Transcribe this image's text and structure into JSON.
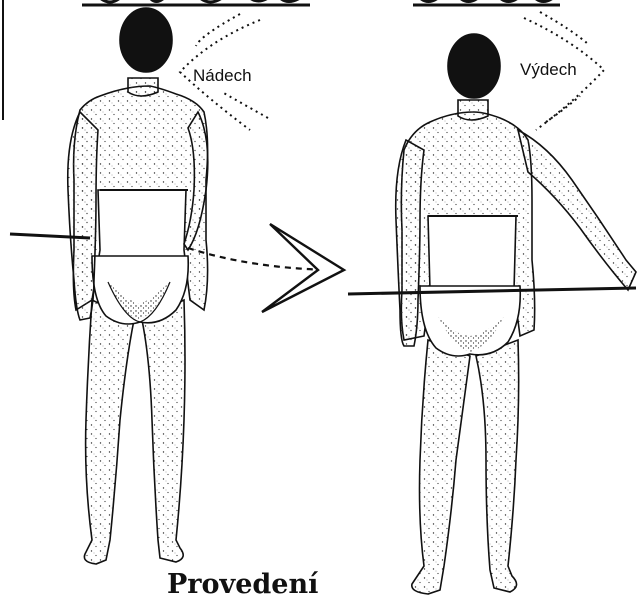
{
  "labels": {
    "left_breath": "Nádech",
    "right_breath": "Výdech",
    "bottom_title": "Provedení"
  },
  "colors": {
    "ink": "#111111",
    "paper": "#ffffff",
    "skin": "#f2f2f2"
  }
}
